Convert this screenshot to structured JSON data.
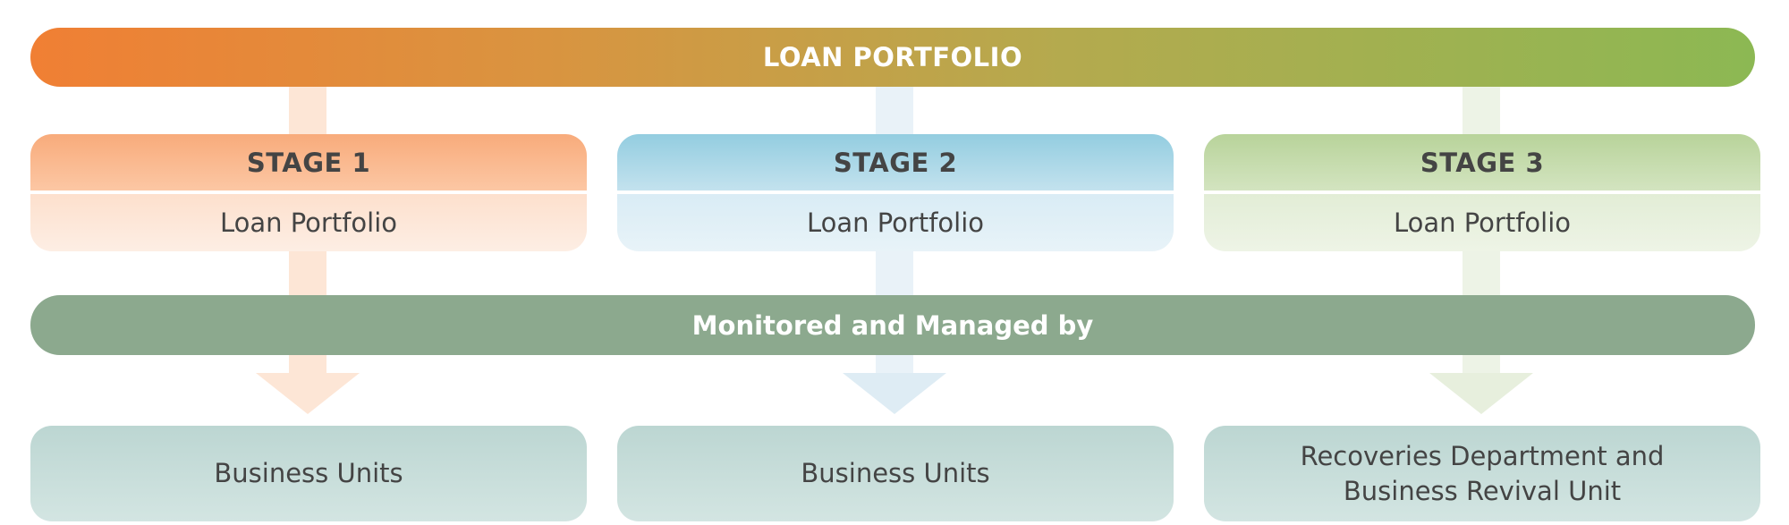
{
  "header": {
    "title": "LOAN PORTFOLIO"
  },
  "stages": [
    {
      "title": "STAGE 1",
      "subtitle": "Loan Portfolio",
      "color": "#f8ab7b"
    },
    {
      "title": "STAGE 2",
      "subtitle": "Loan Portfolio",
      "color": "#93cde0"
    },
    {
      "title": "STAGE 3",
      "subtitle": "Loan Portfolio",
      "color": "#b8d39a"
    }
  ],
  "monitor": {
    "label": "Monitored and Managed by",
    "color": "#8ca98e"
  },
  "units": [
    {
      "line1": "Business Units",
      "line2": ""
    },
    {
      "line1": "Business Units",
      "line2": ""
    },
    {
      "line1": "Recoveries Department and",
      "line2": "Business Revival Unit"
    }
  ],
  "colors": {
    "gradient_start": "#f07f34",
    "gradient_end": "#8cb853",
    "unit_box": "#c8dedb",
    "text": "#444444"
  }
}
